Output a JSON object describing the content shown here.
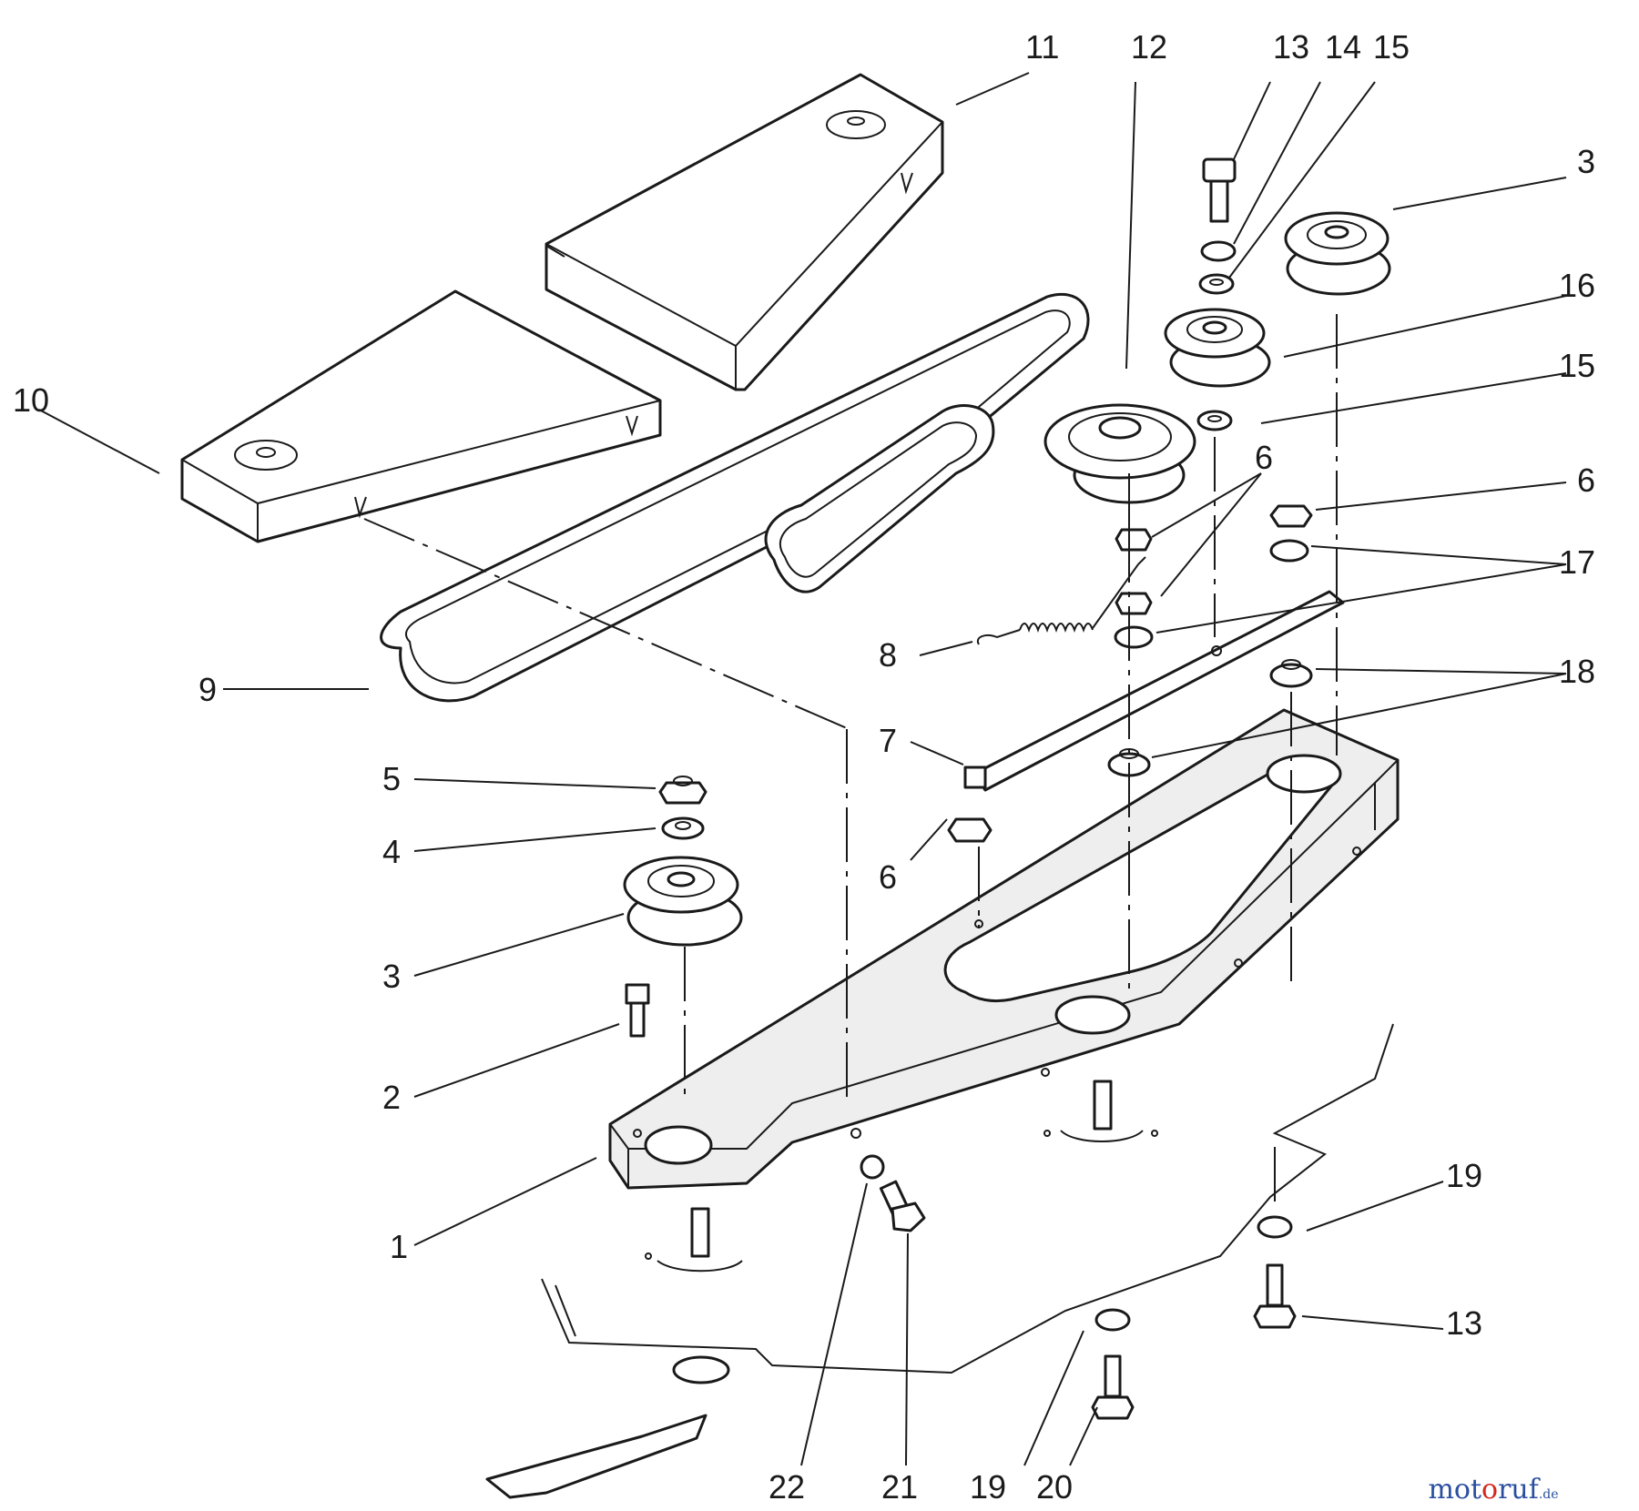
{
  "diagram": {
    "callouts": [
      {
        "id": "c1",
        "text": "1"
      },
      {
        "id": "c2",
        "text": "2"
      },
      {
        "id": "c3a",
        "text": "3"
      },
      {
        "id": "c3b",
        "text": "3"
      },
      {
        "id": "c4",
        "text": "4"
      },
      {
        "id": "c5",
        "text": "5"
      },
      {
        "id": "c6a",
        "text": "6"
      },
      {
        "id": "c6b",
        "text": "6"
      },
      {
        "id": "c6c",
        "text": "6"
      },
      {
        "id": "c7",
        "text": "7"
      },
      {
        "id": "c8",
        "text": "8"
      },
      {
        "id": "c9",
        "text": "9"
      },
      {
        "id": "c10",
        "text": "10"
      },
      {
        "id": "c11",
        "text": "11"
      },
      {
        "id": "c12",
        "text": "12"
      },
      {
        "id": "c13a",
        "text": "13"
      },
      {
        "id": "c13b",
        "text": "13"
      },
      {
        "id": "c14",
        "text": "14"
      },
      {
        "id": "c15a",
        "text": "15"
      },
      {
        "id": "c15b",
        "text": "15"
      },
      {
        "id": "c16",
        "text": "16"
      },
      {
        "id": "c17",
        "text": "17"
      },
      {
        "id": "c18",
        "text": "18"
      },
      {
        "id": "c19a",
        "text": "19"
      },
      {
        "id": "c19b",
        "text": "19"
      },
      {
        "id": "c20",
        "text": "20"
      },
      {
        "id": "c21",
        "text": "21"
      },
      {
        "id": "c22",
        "text": "22"
      }
    ],
    "watermark": {
      "parts": [
        {
          "text": "mot",
          "color": "#2a4fa0"
        },
        {
          "text": "o",
          "color": "#d4281f"
        },
        {
          "text": "ruf",
          "color": "#2a4fa0"
        },
        {
          "text": ".de",
          "color": "#2a4fa0"
        }
      ]
    }
  }
}
